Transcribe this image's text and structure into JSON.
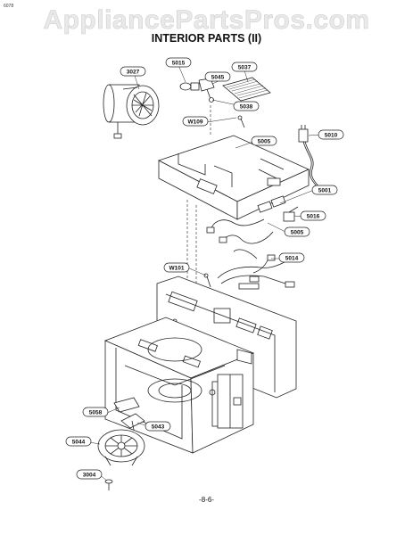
{
  "corner_mark": "6078",
  "watermark": "AppliancePartsPros.com",
  "title": "INTERIOR PARTS (II)",
  "page_number": "-8-6-",
  "labels": {
    "l3027": "3027",
    "l5015": "5015",
    "l5045": "5045",
    "l5037": "5037",
    "l5038": "5038",
    "lW109": "W109",
    "l5005a": "5005",
    "l5010": "5010",
    "l5001": "5001",
    "l5016": "5016",
    "l5005b": "5005",
    "l5014": "5014",
    "lW101": "W101",
    "l5058": "5058",
    "l5043": "5043",
    "l5044": "5044",
    "l3004": "3004"
  }
}
